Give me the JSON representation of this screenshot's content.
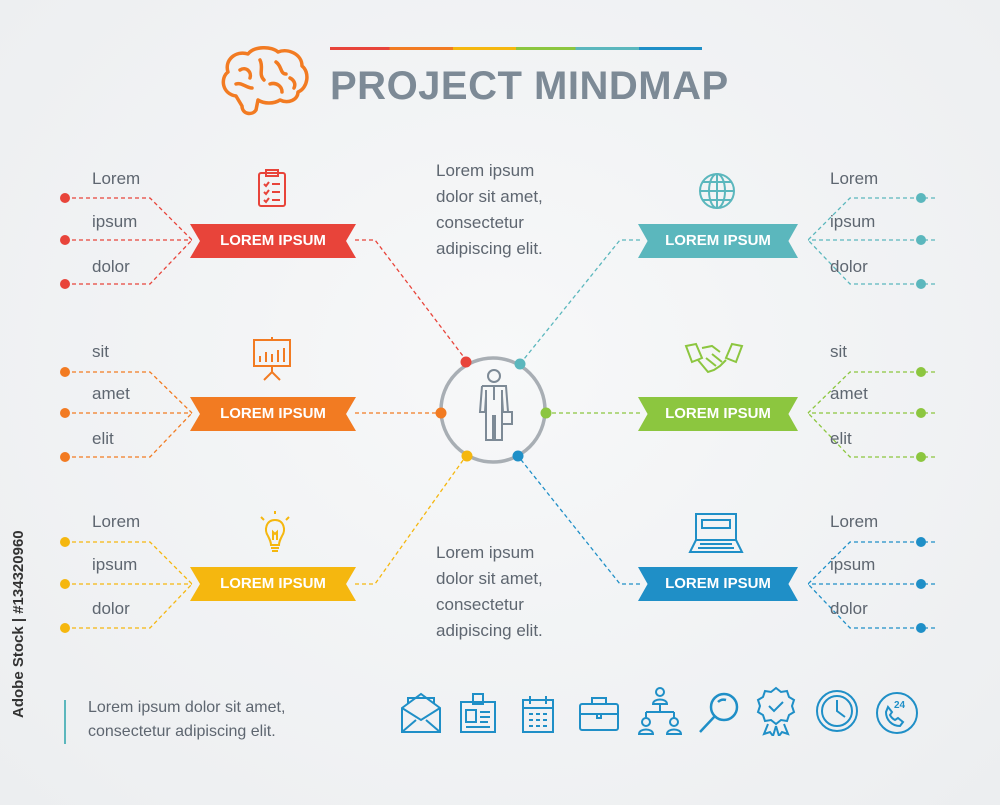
{
  "title": "PROJECT MINDMAP",
  "branches": [
    {
      "label": "LOREM IPSUM",
      "items": [
        "Lorem",
        "ipsum",
        "dolor"
      ],
      "color": "#e8443a",
      "icon": "clipboard-checklist-icon"
    },
    {
      "label": "LOREM IPSUM",
      "items": [
        "sit",
        "amet",
        "elit"
      ],
      "color": "#f27b22",
      "icon": "presentation-chart-icon"
    },
    {
      "label": "LOREM IPSUM",
      "items": [
        "Lorem",
        "ipsum",
        "dolor"
      ],
      "color": "#f5b70f",
      "icon": "lightbulb-icon"
    },
    {
      "label": "LOREM IPSUM",
      "items": [
        "Lorem",
        "ipsum",
        "dolor"
      ],
      "color": "#5bb7bd",
      "icon": "globe-icon"
    },
    {
      "label": "LOREM IPSUM",
      "items": [
        "sit",
        "amet",
        "elit"
      ],
      "color": "#8cc63f",
      "icon": "handshake-icon"
    },
    {
      "label": "LOREM IPSUM",
      "items": [
        "Lorem",
        "ipsum",
        "dolor"
      ],
      "color": "#1f8fc7",
      "icon": "laptop-icon"
    }
  ],
  "center_text_top": [
    "Lorem ipsum",
    "dolor sit amet,",
    "consectetur",
    "adipiscing elit."
  ],
  "center_text_bottom": [
    "Lorem ipsum",
    "dolor sit amet,",
    "consectetur",
    "adipiscing elit."
  ],
  "footer_text": [
    "Lorem ipsum dolor sit amet,",
    "consectetur adipiscing elit."
  ],
  "footer_icons": [
    "mail-icon",
    "id-card-icon",
    "calendar-icon",
    "briefcase-icon",
    "org-chart-icon",
    "magnifier-icon",
    "award-badge-icon",
    "clock-icon",
    "support-24-icon"
  ],
  "watermark": "Adobe Stock | #134320960",
  "colors": {
    "text": "#5e6670",
    "title": "#7d8a96",
    "hub": "#a8aeb4"
  }
}
